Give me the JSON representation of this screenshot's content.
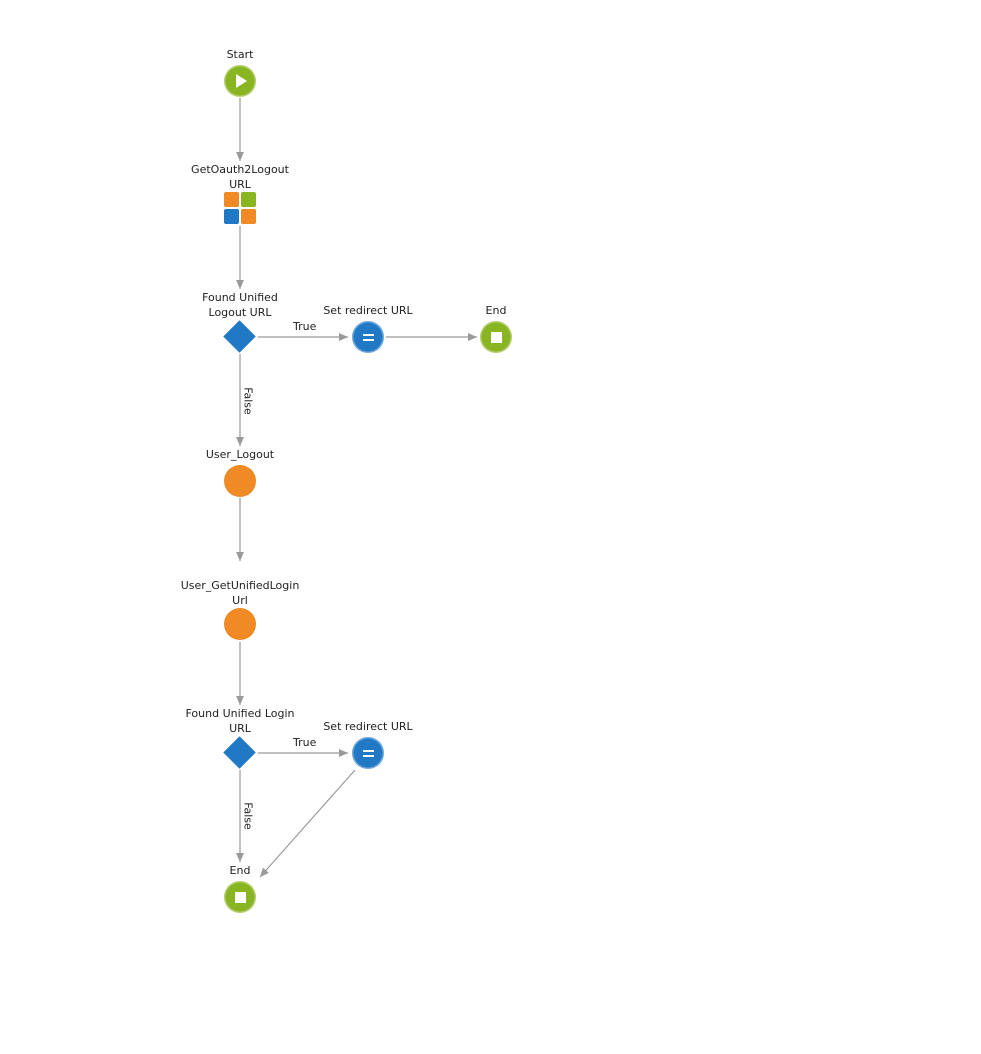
{
  "colors": {
    "start_end": "#8ab523",
    "assign": "#2179c6",
    "decision": "#2179c6",
    "server_action": "#f08a24",
    "connector": "#9a9a9a"
  },
  "nodes": {
    "start": {
      "label": "Start",
      "icon": "play-icon"
    },
    "get_logout_url": {
      "label_line1": "GetOauth2Logout",
      "label_line2": "URL",
      "icon": "service-action-icon"
    },
    "if_logout": {
      "label_line1": "Found Unified",
      "label_line2": "Logout URL",
      "icon": "decision-diamond-icon"
    },
    "assign_logout": {
      "label": "Set redirect URL",
      "icon": "assign-equals-icon"
    },
    "end_top": {
      "label": "End",
      "icon": "stop-icon"
    },
    "user_logout": {
      "label": "User_Logout",
      "icon": "server-action-icon"
    },
    "get_login_url": {
      "label_line1": "User_GetUnifiedLogin",
      "label_line2": "Url",
      "icon": "server-action-icon"
    },
    "if_login": {
      "label_line1": "Found Unified Login",
      "label_line2": "URL",
      "icon": "decision-diamond-icon"
    },
    "assign_login": {
      "label": "Set redirect URL",
      "icon": "assign-equals-icon"
    },
    "end_bottom": {
      "label": "End",
      "icon": "stop-icon"
    }
  },
  "edges": {
    "logout_true": "True",
    "logout_false": "False",
    "login_true": "True",
    "login_false": "False"
  }
}
